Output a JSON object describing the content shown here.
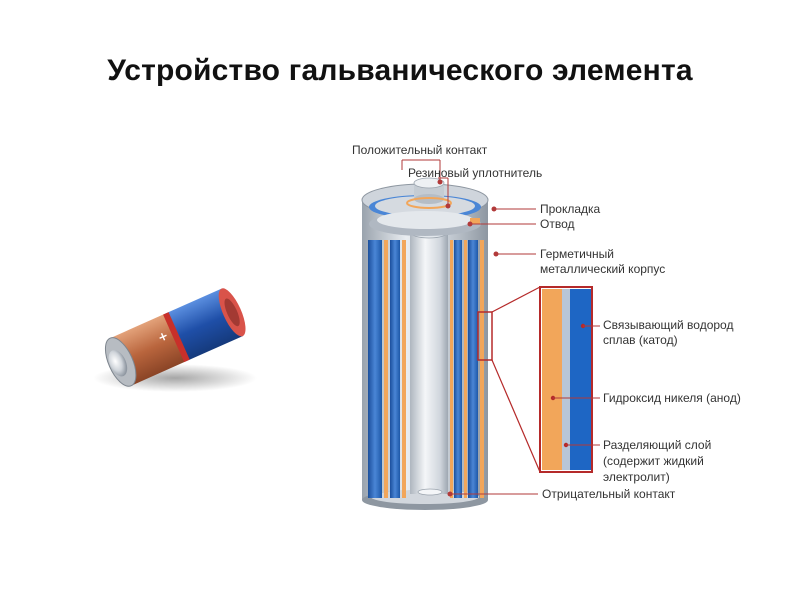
{
  "title": "Устройство гальванического элемента",
  "labels": {
    "positive_contact": "Положительный контакт",
    "rubber_seal": "Резиновый уплотнитель",
    "gasket": "Прокладка",
    "lead": "Отвод",
    "housing_line1": "Герметичный",
    "housing_line2": "металлический корпус",
    "cathode_line1": "Связывающий водород",
    "cathode_line2": "сплав (катод)",
    "anode": "Гидроксид никеля (анод)",
    "separator_line1": "Разделяющий слой",
    "separator_line2": "(содержит жидкий",
    "separator_line3": "электролит)",
    "negative_contact": "Отрицательный контакт"
  },
  "colors": {
    "title": "#111111",
    "label_text": "#333333",
    "leader_line": "#b23a3a",
    "callout_frame": "#b52a2a",
    "anode_layer": "#f2a65a",
    "separator_layer": "#b8c6d6",
    "cathode_layer": "#1e66c4",
    "steel": "#c8ced6"
  },
  "icons": {
    "battery": "aa-battery-icon"
  }
}
